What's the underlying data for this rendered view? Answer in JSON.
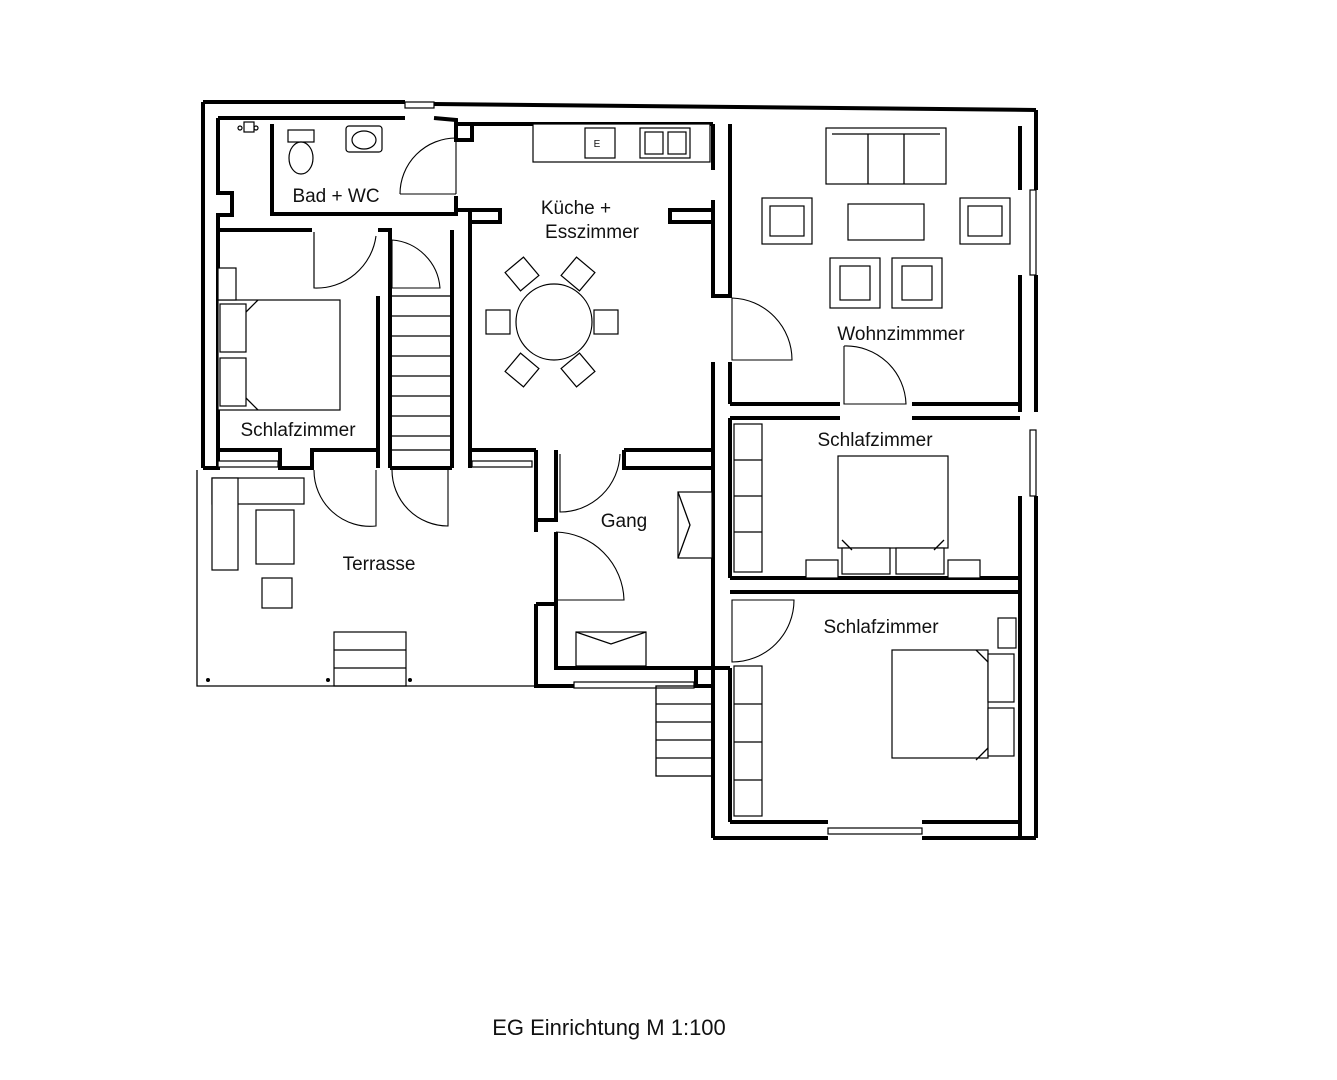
{
  "rooms": {
    "bad": "Bad + WC",
    "kueche_line1": "Küche +",
    "kueche_line2": "Esszimmer",
    "wohn": "Wohnzimmmer",
    "schlaf_west": "Schlafzimmer",
    "schlaf_mid": "Schlafzimmer",
    "schlaf_south": "Schlafzimmer",
    "gang": "Gang",
    "terrasse": "Terrasse"
  },
  "stove_label": "E",
  "caption": "EG Einrichtung M 1:100"
}
